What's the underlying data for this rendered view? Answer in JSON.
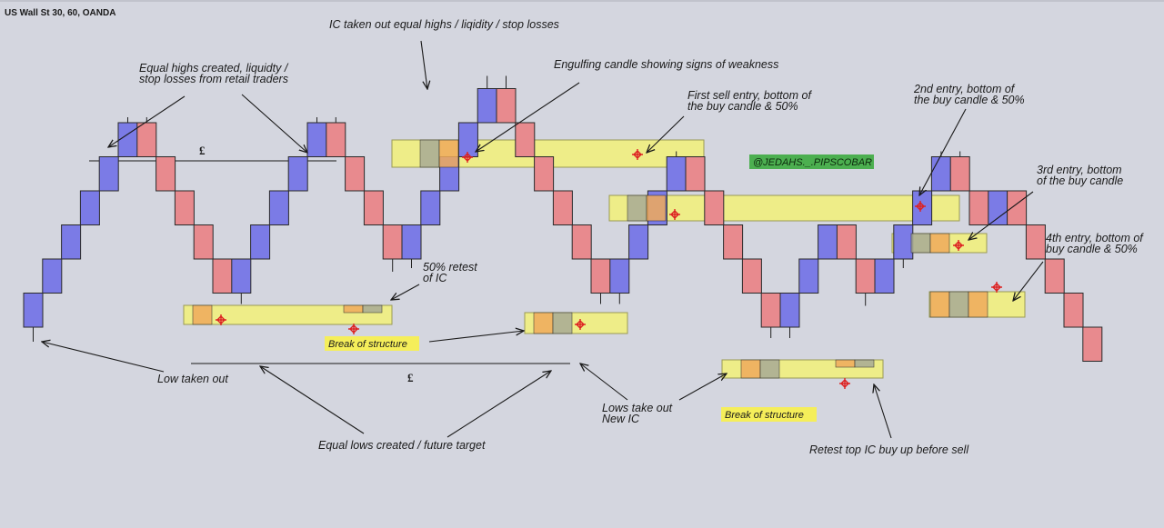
{
  "chart_data": {
    "type": "candlestick",
    "title": "US Wall St 30, 60, OANDA",
    "colors": {
      "bull": "#7b7be6",
      "bear": "#e88a8e",
      "zone": "#eeed88",
      "zone_overlap": "#a8ab96",
      "zone_orange": "#f0ab5c",
      "watermark_bg": "#4caf50",
      "bos_bg": "#f5ee5a",
      "marker": "#dd2222"
    },
    "candles": [
      {
        "dir": "bull",
        "open": 0,
        "close": 1
      },
      {
        "dir": "bull",
        "open": 1,
        "close": 2
      },
      {
        "dir": "bull",
        "open": 2,
        "close": 3
      },
      {
        "dir": "bull",
        "open": 3,
        "close": 4
      },
      {
        "dir": "bull",
        "open": 4,
        "close": 5
      },
      {
        "dir": "bull",
        "open": 5,
        "close": 6
      },
      {
        "dir": "bear",
        "open": 6,
        "close": 5
      },
      {
        "dir": "bear",
        "open": 5,
        "close": 4
      },
      {
        "dir": "bear",
        "open": 4,
        "close": 3
      },
      {
        "dir": "bear",
        "open": 3,
        "close": 2
      },
      {
        "dir": "bear",
        "open": 2,
        "close": 1
      },
      {
        "dir": "bull",
        "open": 1,
        "close": 2
      },
      {
        "dir": "bull",
        "open": 2,
        "close": 3
      },
      {
        "dir": "bull",
        "open": 3,
        "close": 4
      },
      {
        "dir": "bull",
        "open": 4,
        "close": 5
      },
      {
        "dir": "bull",
        "open": 5,
        "close": 6
      },
      {
        "dir": "bear",
        "open": 6,
        "close": 5
      },
      {
        "dir": "bear",
        "open": 5,
        "close": 4
      },
      {
        "dir": "bear",
        "open": 4,
        "close": 3
      },
      {
        "dir": "bear",
        "open": 3,
        "close": 2
      },
      {
        "dir": "bull",
        "open": 2,
        "close": 3
      },
      {
        "dir": "bull",
        "open": 3,
        "close": 4
      },
      {
        "dir": "bull",
        "open": 4,
        "close": 5
      },
      {
        "dir": "bull",
        "open": 5,
        "close": 6
      },
      {
        "dir": "bull",
        "open": 6,
        "close": 7
      },
      {
        "dir": "bear",
        "open": 7,
        "close": 6
      },
      {
        "dir": "bear",
        "open": 6,
        "close": 5
      },
      {
        "dir": "bear",
        "open": 5,
        "close": 4
      },
      {
        "dir": "bear",
        "open": 4,
        "close": 3
      },
      {
        "dir": "bear",
        "open": 3,
        "close": 2
      },
      {
        "dir": "bear",
        "open": 2,
        "close": 1
      },
      {
        "dir": "bull",
        "open": 1,
        "close": 2
      },
      {
        "dir": "bull",
        "open": 2,
        "close": 3
      },
      {
        "dir": "bull",
        "open": 3,
        "close": 4
      },
      {
        "dir": "bull",
        "open": 4,
        "close": 5
      },
      {
        "dir": "bear",
        "open": 5,
        "close": 4
      },
      {
        "dir": "bear",
        "open": 4,
        "close": 3
      },
      {
        "dir": "bear",
        "open": 3,
        "close": 2
      },
      {
        "dir": "bear",
        "open": 2,
        "close": 1
      },
      {
        "dir": "bear",
        "open": 1,
        "close": 0
      },
      {
        "dir": "bull",
        "open": 0,
        "close": 1
      },
      {
        "dir": "bull",
        "open": 1,
        "close": 2
      },
      {
        "dir": "bull",
        "open": 2,
        "close": 3
      },
      {
        "dir": "bear",
        "open": 3,
        "close": 2
      },
      {
        "dir": "bear",
        "open": 2,
        "close": 1
      },
      {
        "dir": "bull",
        "open": 1,
        "close": 2
      },
      {
        "dir": "bull",
        "open": 2,
        "close": 3
      },
      {
        "dir": "bull",
        "open": 3,
        "close": 4
      },
      {
        "dir": "bull",
        "open": 4,
        "close": 5
      },
      {
        "dir": "bear",
        "open": 5,
        "close": 4
      },
      {
        "dir": "bear",
        "open": 4,
        "close": 3
      },
      {
        "dir": "bull",
        "open": 3,
        "close": 4
      },
      {
        "dir": "bear",
        "open": 4,
        "close": 3
      },
      {
        "dir": "bear",
        "open": 3,
        "close": 2
      },
      {
        "dir": "bear",
        "open": 2,
        "close": 1
      },
      {
        "dir": "bear",
        "open": 1,
        "close": 0
      },
      {
        "dir": "bear",
        "open": 0,
        "close": -1
      }
    ],
    "annotations": [
      "Equal highs created, liquidty /",
      "stop losses from retail traders",
      "IC taken out equal highs / liqidity / stop losses",
      "Engulfing candle showing signs of weakness",
      "First sell entry, bottom of",
      "the buy candle & 50%",
      "2nd entry, bottom of",
      "the buy candle & 50%",
      "3rd entry, bottom",
      "of the buy candle",
      "4th entry, bottom of",
      "buy candle & 50%",
      "50% retest",
      "of IC",
      "Low taken out",
      "Equal lows created / future target",
      "Lows take out",
      "New IC",
      "Retest top IC buy up before sell"
    ],
    "labels": {
      "break_of_structure": "Break of structure",
      "watermark": "@JEDAHS._.PIPSCOBAR",
      "pound": "£"
    }
  }
}
